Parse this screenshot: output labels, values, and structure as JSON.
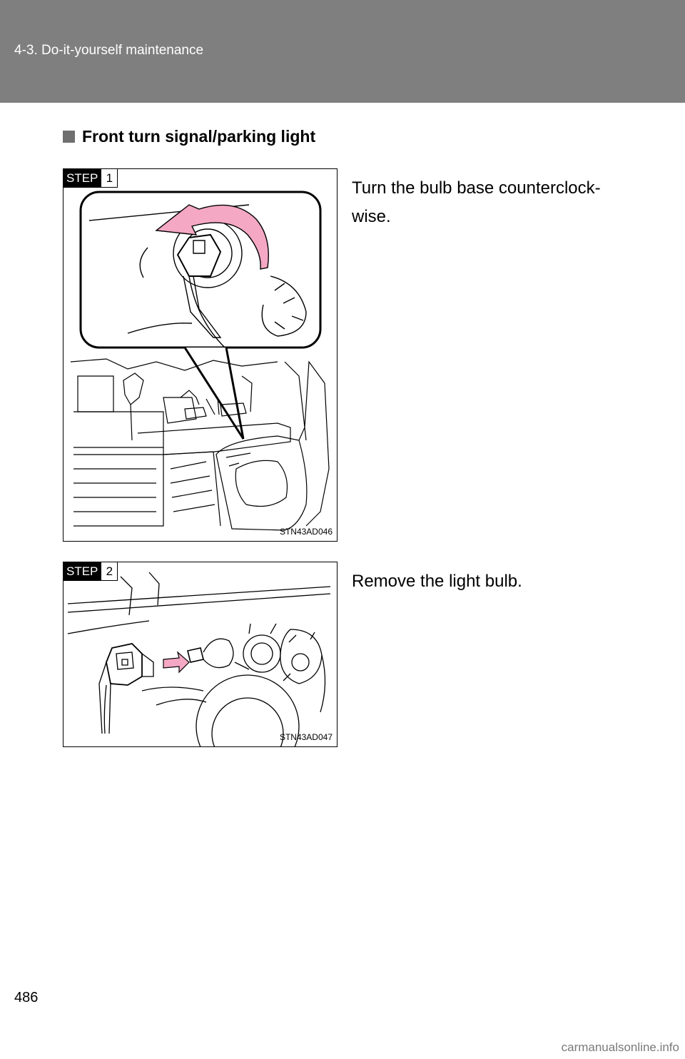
{
  "header": {
    "title": "4-3. Do-it-yourself maintenance"
  },
  "section": {
    "heading": "Front turn signal/parking light"
  },
  "steps": [
    {
      "step_word": "STEP",
      "number": "1",
      "instruction_line1": "Turn the bulb base counterclock-",
      "instruction_line2": "wise.",
      "figure_code": "STN43AD046"
    },
    {
      "step_word": "STEP",
      "number": "2",
      "instruction_line1": "Remove the light bulb.",
      "figure_code": "STN43AD047"
    }
  ],
  "footer": {
    "page_number": "486",
    "url": "carmanualsonline.info"
  },
  "colors": {
    "header_bg": "#7f7f7f",
    "arrow_pink": "#f4a8c4",
    "text": "#000000"
  }
}
